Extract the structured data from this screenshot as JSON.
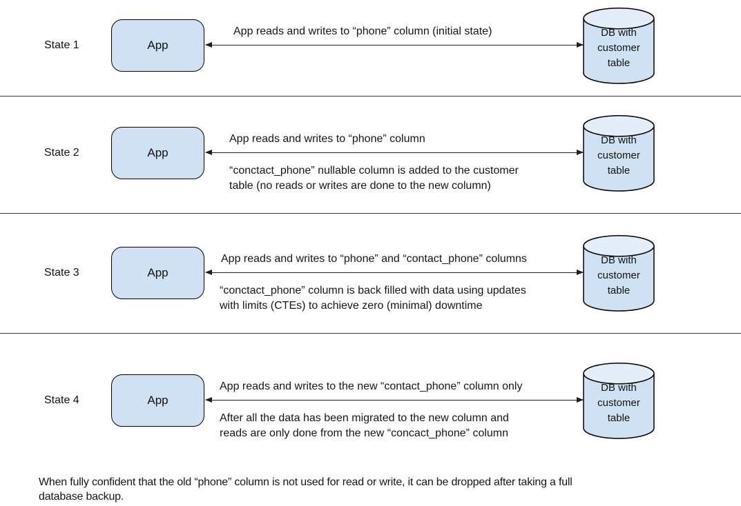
{
  "app_label": "App",
  "db_label": "DB with\ncustomer\ntable",
  "footer": "When fully confident that the old “phone” column is not used for read or write, it can be dropped after taking a full\ndatabase backup.",
  "colors": {
    "shape_fill": "#cfe2f3",
    "cylinder_top_fill": "#e4eef9",
    "outline": "#000000",
    "line": "#1f1f1f",
    "text": "#111111"
  },
  "rows": [
    {
      "state_label": "State 1",
      "arrow_label": "App reads and writes to “phone” column (initial state)",
      "description": ""
    },
    {
      "state_label": "State 2",
      "arrow_label": "App reads and writes to “phone” column",
      "description": "“conctact_phone” nullable column is added to the customer\ntable (no reads or writes are done to the new column)"
    },
    {
      "state_label": "State 3",
      "arrow_label": "App reads and writes to “phone” and “contact_phone” columns",
      "description": "“conctact_phone” column is back filled with data using updates\nwith limits (CTEs) to achieve zero (minimal) downtime"
    },
    {
      "state_label": "State 4",
      "arrow_label": "App reads and writes to the new “contact_phone” column only",
      "description": "After all the data has been migrated to the new column and\nreads are only done from the new “concact_phone” column"
    }
  ]
}
